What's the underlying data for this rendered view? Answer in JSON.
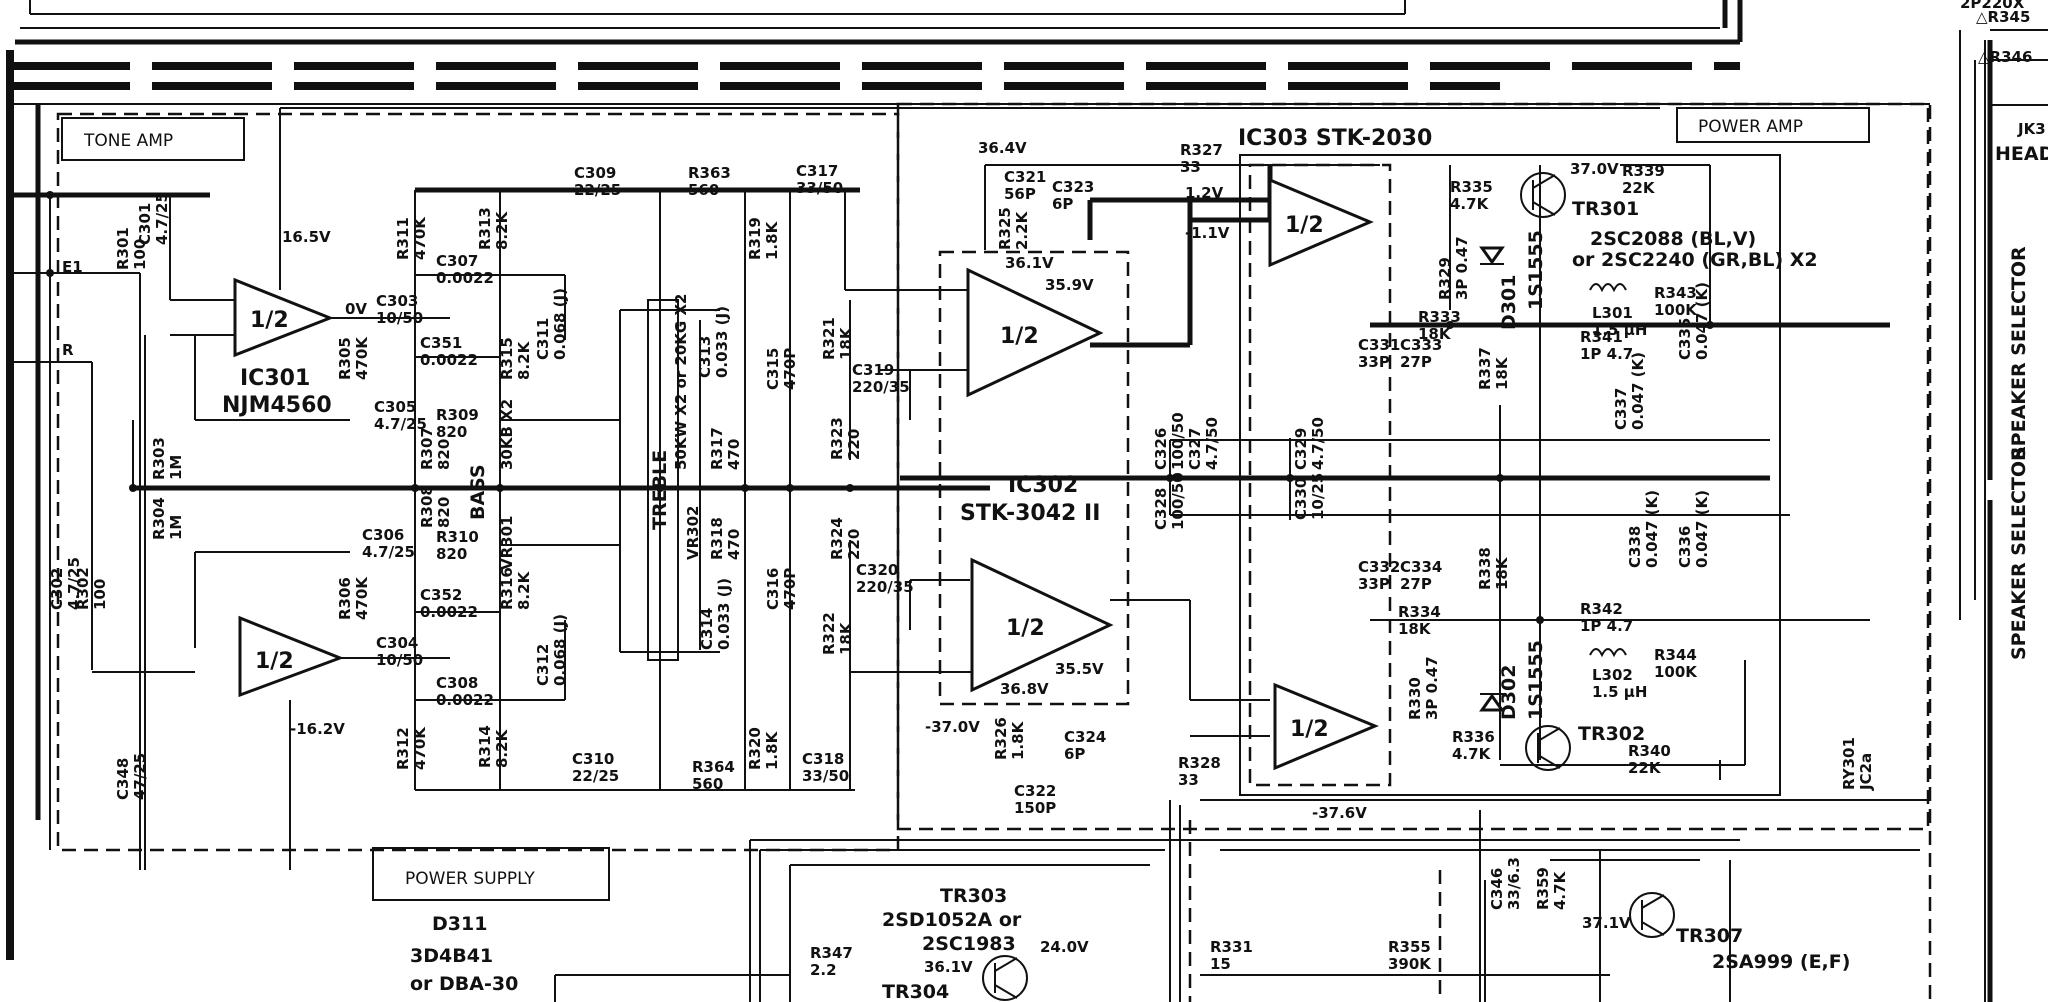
{
  "sections": {
    "tone_amp": "TONE AMP",
    "power_amp": "POWER AMP",
    "power_supply": "POWER SUPPLY"
  },
  "ics": {
    "ic301": {
      "ref": "IC301",
      "part": "NJM4560",
      "half": "1/2"
    },
    "ic302": {
      "ref": "IC302",
      "part": "STK-3042 II",
      "half": "1/2"
    },
    "ic303": {
      "ref": "IC303 STK-2030",
      "half": "1/2"
    }
  },
  "transistors": {
    "tr301": {
      "ref": "TR301",
      "part": "2SC2088 (BL,V)",
      "alt": "or 2SC2240 (GR,BL) X2"
    },
    "tr302": {
      "ref": "TR302"
    },
    "tr303": {
      "ref": "TR303",
      "part": "2SD1052A or",
      "alt": "2SC1983"
    },
    "tr304": {
      "ref": "TR304"
    },
    "tr307": {
      "ref": "TR307",
      "part": "2SA999 (E,F)"
    }
  },
  "diodes": {
    "d301": {
      "ref": "D301",
      "part": "1S1555"
    },
    "d302": {
      "ref": "D302",
      "part": "1S1555"
    },
    "d311": {
      "ref": "D311",
      "part": "3D4B41",
      "alt": "or DBA-30"
    }
  },
  "controls": {
    "treble": "TREBLE",
    "bass": "BASS",
    "vr302": "VR302",
    "vr301": "VR301",
    "treble_value": "50KW X2 or 20KG X2",
    "bass_value": "30KB X2"
  },
  "voltages": [
    "16.5V",
    "-16.2V",
    "0V",
    "36.4V",
    "37.0V",
    "-37.0V",
    "-37.6V",
    "1.2V",
    "-1.1V",
    "35.9V",
    "36.1V",
    "35.5V",
    "36.8V",
    "24.0V",
    "37.1V",
    "36.1V"
  ],
  "right_labels": {
    "speaker_selector": "SPEAKER SELECTOR",
    "headphones": "HEAD",
    "jack": "JK3",
    "r345": "△R345",
    "r346": "△R346",
    "top_right": "2P220X"
  },
  "components": [
    {
      "ref": "C301",
      "value": "4.7/25"
    },
    {
      "ref": "R301",
      "value": "100"
    },
    {
      "ref": "C302",
      "value": "4.7/25"
    },
    {
      "ref": "R302",
      "value": "100"
    },
    {
      "ref": "R303",
      "value": "1M"
    },
    {
      "ref": "R304",
      "value": "1M"
    },
    {
      "ref": "C303",
      "value": "10/50"
    },
    {
      "ref": "C304",
      "value": "10/50"
    },
    {
      "ref": "C305",
      "value": "4.7/25"
    },
    {
      "ref": "C306",
      "value": "4.7/25"
    },
    {
      "ref": "R305",
      "value": "470K"
    },
    {
      "ref": "R306",
      "value": "470K"
    },
    {
      "ref": "R307",
      "value": "820"
    },
    {
      "ref": "R308",
      "value": "820"
    },
    {
      "ref": "R309",
      "value": "820"
    },
    {
      "ref": "R310",
      "value": "820"
    },
    {
      "ref": "R311",
      "value": "470K"
    },
    {
      "ref": "R312",
      "value": "470K"
    },
    {
      "ref": "R313",
      "value": "8.2K"
    },
    {
      "ref": "R314",
      "value": "8.2K"
    },
    {
      "ref": "R315",
      "value": "8.2K"
    },
    {
      "ref": "R316",
      "value": "8.2K"
    },
    {
      "ref": "C307",
      "value": "0.0022"
    },
    {
      "ref": "C308",
      "value": "0.0022"
    },
    {
      "ref": "C351",
      "value": "0.0022"
    },
    {
      "ref": "C352",
      "value": "0.0022"
    },
    {
      "ref": "C311",
      "value": "0.068 (J)"
    },
    {
      "ref": "C312",
      "value": "0.068 (J)"
    },
    {
      "ref": "C309",
      "value": "22/25"
    },
    {
      "ref": "C310",
      "value": "22/25"
    },
    {
      "ref": "R363",
      "value": "560"
    },
    {
      "ref": "R364",
      "value": "560"
    },
    {
      "ref": "C313",
      "value": "0.033 (J)"
    },
    {
      "ref": "C314",
      "value": "0.033 (J)"
    },
    {
      "ref": "R317",
      "value": "470"
    },
    {
      "ref": "R318",
      "value": "470"
    },
    {
      "ref": "R319",
      "value": "1.8K"
    },
    {
      "ref": "R320",
      "value": "1.8K"
    },
    {
      "ref": "C315",
      "value": "470P"
    },
    {
      "ref": "C316",
      "value": "470P"
    },
    {
      "ref": "C317",
      "value": "33/50"
    },
    {
      "ref": "C318",
      "value": "33/50"
    },
    {
      "ref": "R321",
      "value": "18K"
    },
    {
      "ref": "R322",
      "value": "18K"
    },
    {
      "ref": "R323",
      "value": "220"
    },
    {
      "ref": "R324",
      "value": "220"
    },
    {
      "ref": "C319",
      "value": "220/35"
    },
    {
      "ref": "C320",
      "value": "220/35"
    },
    {
      "ref": "C321",
      "value": "56P"
    },
    {
      "ref": "C323",
      "value": "6P"
    },
    {
      "ref": "C322",
      "value": "150P"
    },
    {
      "ref": "C324",
      "value": "6P"
    },
    {
      "ref": "R325",
      "value": "2.2K"
    },
    {
      "ref": "R326",
      "value": "1.8K"
    },
    {
      "ref": "R327",
      "value": "33"
    },
    {
      "ref": "R328",
      "value": "33"
    },
    {
      "ref": "C326",
      "value": "100/50"
    },
    {
      "ref": "C327",
      "value": "4.7/50"
    },
    {
      "ref": "C328",
      "value": "100/50"
    },
    {
      "ref": "C329",
      "value": "4.7/50"
    },
    {
      "ref": "C330",
      "value": "10/25"
    },
    {
      "ref": "R329",
      "value": "3P 0.47"
    },
    {
      "ref": "R330",
      "value": "3P 0.47"
    },
    {
      "ref": "R333",
      "value": "18K"
    },
    {
      "ref": "R334",
      "value": "18K"
    },
    {
      "ref": "C331",
      "value": "33P"
    },
    {
      "ref": "C333",
      "value": "27P"
    },
    {
      "ref": "C332",
      "value": "33P"
    },
    {
      "ref": "C334",
      "value": "27P"
    },
    {
      "ref": "R335",
      "value": "4.7K"
    },
    {
      "ref": "R336",
      "value": "4.7K"
    },
    {
      "ref": "R337",
      "value": "18K"
    },
    {
      "ref": "R338",
      "value": "18K"
    },
    {
      "ref": "R339",
      "value": "22K"
    },
    {
      "ref": "R340",
      "value": "22K"
    },
    {
      "ref": "L301",
      "value": "1.5 µH"
    },
    {
      "ref": "L302",
      "value": "1.5 µH"
    },
    {
      "ref": "R341",
      "value": "1P 4.7"
    },
    {
      "ref": "R342",
      "value": "1P 4.7"
    },
    {
      "ref": "R343",
      "value": "100K"
    },
    {
      "ref": "R344",
      "value": "100K"
    },
    {
      "ref": "C335",
      "value": "0.047 (K)"
    },
    {
      "ref": "C336",
      "value": "0.047 (K)"
    },
    {
      "ref": "C337",
      "value": "0.047 (K)"
    },
    {
      "ref": "C338",
      "value": "0.047 (K)"
    },
    {
      "ref": "C348",
      "value": "47/25"
    },
    {
      "ref": "C346",
      "value": "33/6.3"
    },
    {
      "ref": "R359",
      "value": "4.7K"
    },
    {
      "ref": "R347",
      "value": "2.2"
    },
    {
      "ref": "R331",
      "value": "15"
    },
    {
      "ref": "R355",
      "value": "390K"
    },
    {
      "ref": "RY301",
      "value": "JC2a"
    }
  ],
  "nodes": {
    "e1": "E1",
    "r": "R"
  }
}
